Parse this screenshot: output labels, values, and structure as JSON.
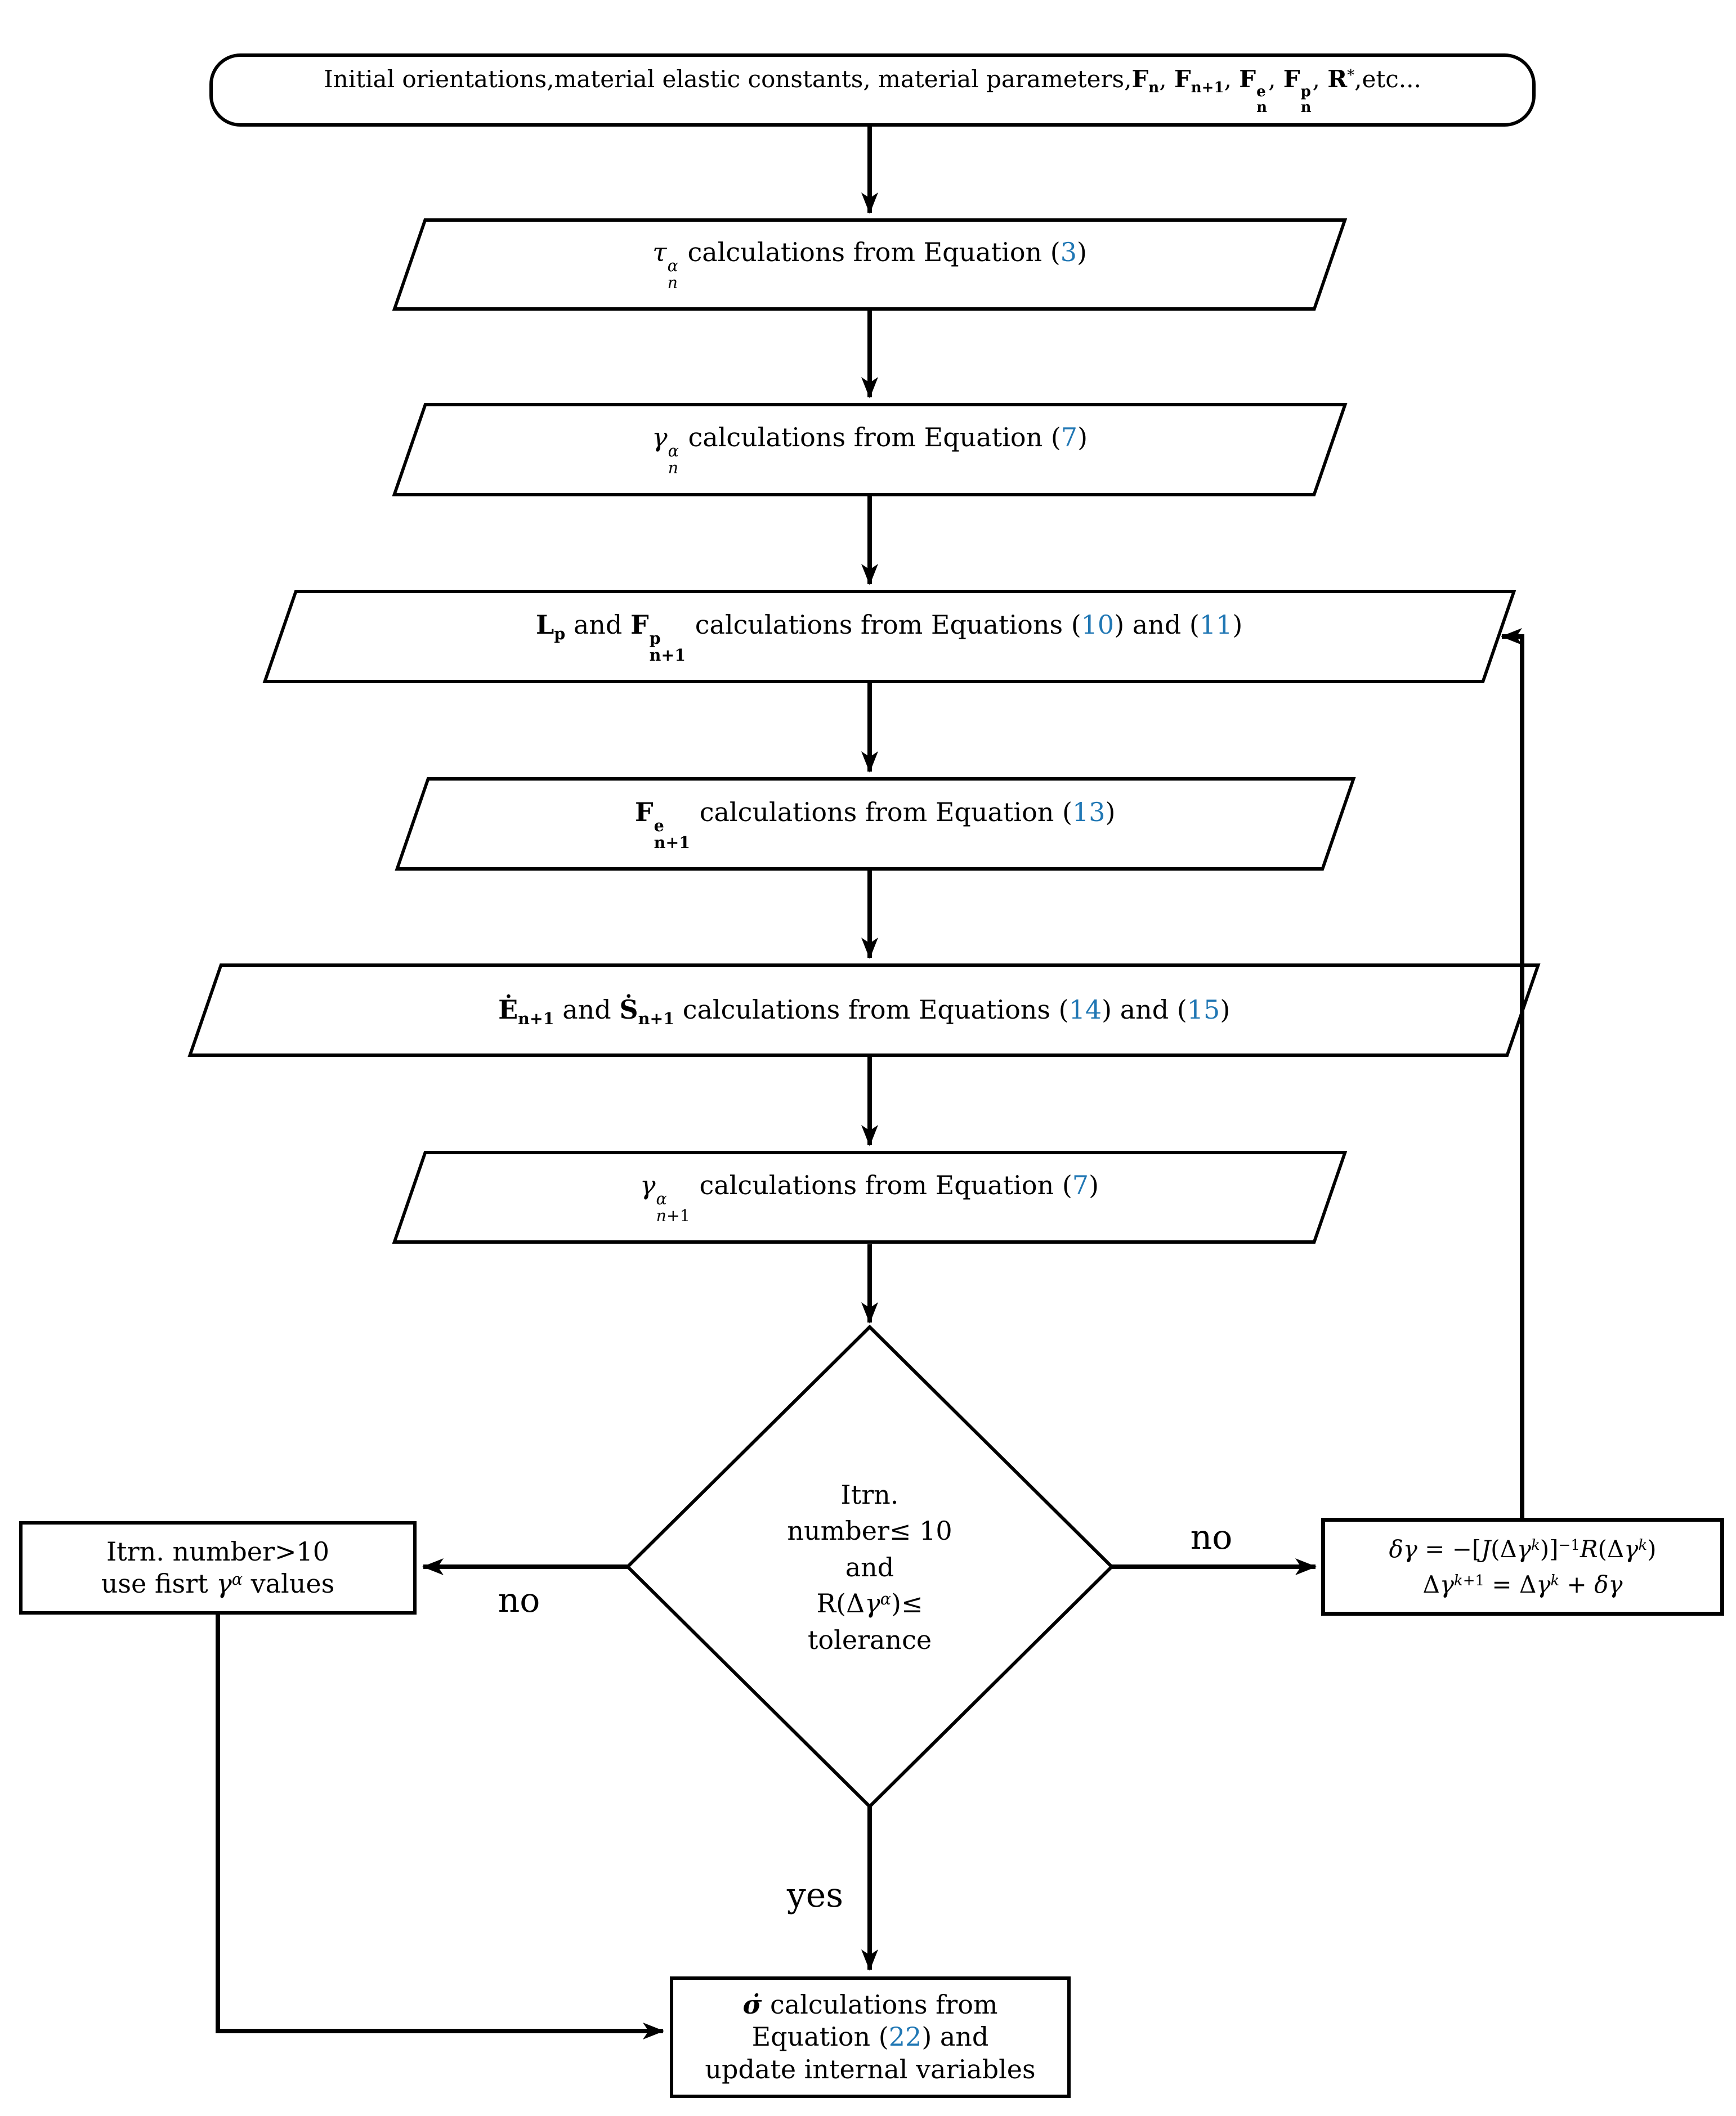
{
  "colors": {
    "ink": "#000000",
    "link_blue": "#2077b4",
    "background": "#ffffff"
  },
  "nodes": {
    "start": {
      "html": "Initial orientations,material elastic constants, material parameters,<b>F<sub>n</sub></b>, <b>F<sub>n+1</sub></b>, <b>F<span class='ss'><span>e</span><span>n</span></span></b>, <b>F<span class='ss'><span>p</span><span>n</span></span></b>, <b>R</b><sup>*</sup>,etc..."
    },
    "tau": {
      "html": "<i>τ</i><span class='ss'><span><i>α</i></span><span><i>n</i></span></span> calculations from Equation (<span class='eqn' data-name='equation-ref-3' data-interactable='true'>3</span>)"
    },
    "gamma_n": {
      "html": "<i>γ</i><span class='ss'><span><i>α</i></span><span><i>n</i></span></span> calculations from Equation (<span class='eqn' data-name='equation-ref-7' data-interactable='true'>7</span>)"
    },
    "lp_fp": {
      "html": "<b>L<sub>p</sub></b> and <b>F<span class='ss'><span>p</span><span>n+1</span></span></b> calculations from Equations (<span class='eqn' data-name='equation-ref-10' data-interactable='true'>10</span>) and (<span class='eqn' data-name='equation-ref-11' data-interactable='true'>11</span>)"
    },
    "fe": {
      "html": "<b>F<span class='ss'><span>e</span><span>n+1</span></span></b> calculations from Equation (<span class='eqn' data-name='equation-ref-13' data-interactable='true'>13</span>)"
    },
    "e_s": {
      "html": "<b>Ė<sub>n+1</sub></b> and <b>Ṡ<sub>n+1</sub></b> calculations from Equations (<span class='eqn' data-name='equation-ref-14' data-interactable='true'>14</span>) and (<span class='eqn' data-name='equation-ref-15' data-interactable='true'>15</span>)"
    },
    "gamma_n1": {
      "html": "<i>γ</i><span class='ss'><span><i>α</i></span><span><i>n</i>+1</span></span> calculations from Equation (<span class='eqn' data-name='equation-ref-7b' data-interactable='true'>7</span>)"
    },
    "decision": {
      "html": "Itrn.<br>number≤ 10<br>and<br>R(Δ<i>γ</i><sup><i>α</i></sup>)≤<br>tolerance"
    },
    "iter_limit": {
      "html": "Itrn. number&gt;10<br>use fisrt <i>γ</i><sup><i>α</i></sup> values"
    },
    "newton_update": {
      "html": "<i>δγ</i> = −[<i>J</i>(Δ<i>γ</i><sup><i>k</i></sup>)]<sup>−1</sup><i>R</i>(Δ<i>γ</i><sup><i>k</i></sup>)<br>Δ<i>γ</i><sup><i>k</i>+1</sup> = Δ<i>γ</i><sup><i>k</i></sup> + <i>δγ</i>"
    },
    "final": {
      "html": "<b><i>σ̇</i></b> calculations from<br>Equation (<span class='eqn' data-name='equation-ref-22' data-interactable='true'>22</span>) and<br>update internal variables"
    }
  },
  "edge_labels": {
    "no_left": "no",
    "no_right": "no",
    "yes": "yes"
  }
}
